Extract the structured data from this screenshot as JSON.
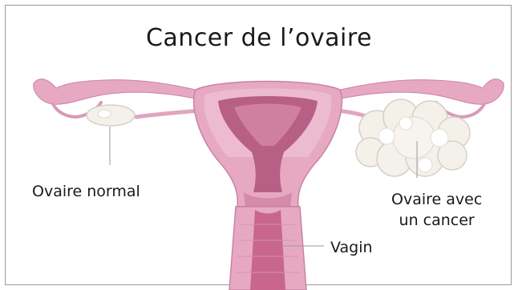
{
  "diagram": {
    "title": "Cancer de l’ovaire",
    "labels": {
      "normal_ovary": "Ovaire normal",
      "cancer_ovary_line1": "Ovaire avec",
      "cancer_ovary_line2": "un cancer",
      "vagina": "Vagin"
    },
    "uterus_label": ""
  },
  "colors": {
    "tissue_pink": "#e7a9c2",
    "tissue_light": "#f3cfdd",
    "cavity_dark": "#b85f86",
    "cavity_mid": "#cf7fa2",
    "vaginal_canal": "#c8668f",
    "ovary_white": "#f4f0ea",
    "ovary_shadow": "#d7d0c6",
    "pointer_line": "#9a9a9a"
  }
}
